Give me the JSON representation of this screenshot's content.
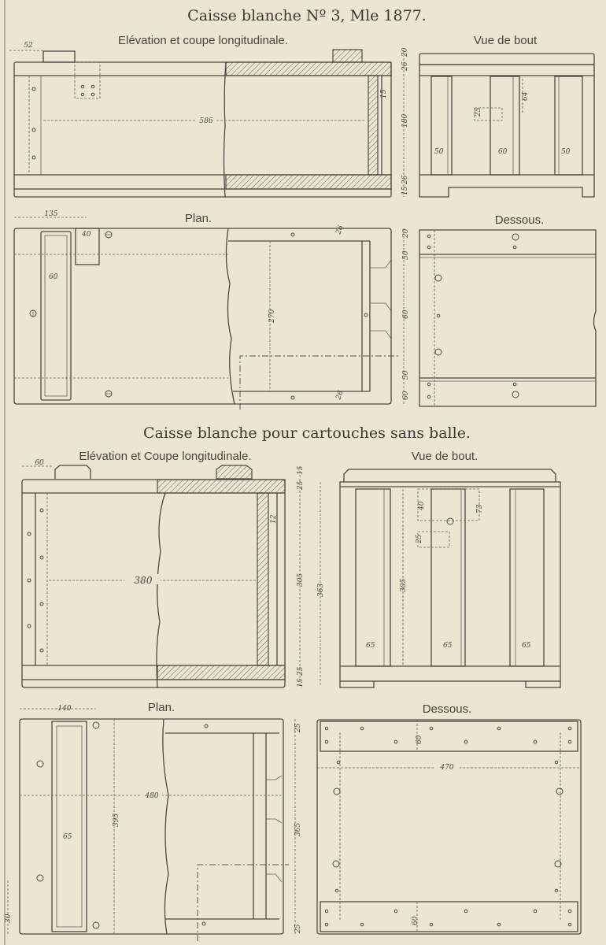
{
  "colors": {
    "paper": "#ede4d4",
    "ink": "#4f4740"
  },
  "box1": {
    "title": "Caisse blanche Nº 3, Mle 1877.",
    "elevation": {
      "label": "Elévation et coupe longitudinale.",
      "dims": {
        "handle": "52",
        "length": "586",
        "top": "20",
        "band_top": "26",
        "height": "180",
        "band_bottom": "26",
        "base": "15",
        "slot": "15"
      }
    },
    "end_view": {
      "label": "Vue de bout",
      "dims": {
        "slat_left": "50",
        "slat_mid": "60",
        "slat_right": "50",
        "offset": "25",
        "depth": "64"
      }
    },
    "plan": {
      "label": "Plan.",
      "dims": {
        "handle": "135",
        "plate": "40",
        "slat": "60",
        "width": "270",
        "wall_top": "26",
        "wall_bottom": "26"
      }
    },
    "underside": {
      "label": "Dessous.",
      "dims": {
        "r1": "20",
        "r2": "50",
        "r3": "60",
        "r4": "50",
        "r5": "60"
      }
    }
  },
  "box2": {
    "title": "Caisse blanche pour cartouches sans balle.",
    "elevation": {
      "label": "Elévation et Coupe longitudinale.",
      "dims": {
        "handle": "60",
        "length": "380",
        "top": "15",
        "band_top": "25",
        "height": "305",
        "band_bottom": "25",
        "base": "15",
        "slot": "12"
      }
    },
    "end_view": {
      "label": "Vue de bout.",
      "dims": {
        "total": "363",
        "inner": "305",
        "slat_left": "65",
        "slat_mid": "65",
        "slat_right": "65",
        "a": "40",
        "b": "73",
        "c": "25"
      }
    },
    "plan": {
      "label": "Plan.",
      "dims": {
        "handle": "140",
        "length": "480",
        "width": "395",
        "slat": "65",
        "wall_top": "25",
        "total": "365",
        "wall_bottom": "25",
        "offset": "30"
      }
    },
    "underside": {
      "label": "Dessous.",
      "dims": {
        "length": "470",
        "band_top": "60",
        "band_bottom": "60"
      }
    }
  }
}
